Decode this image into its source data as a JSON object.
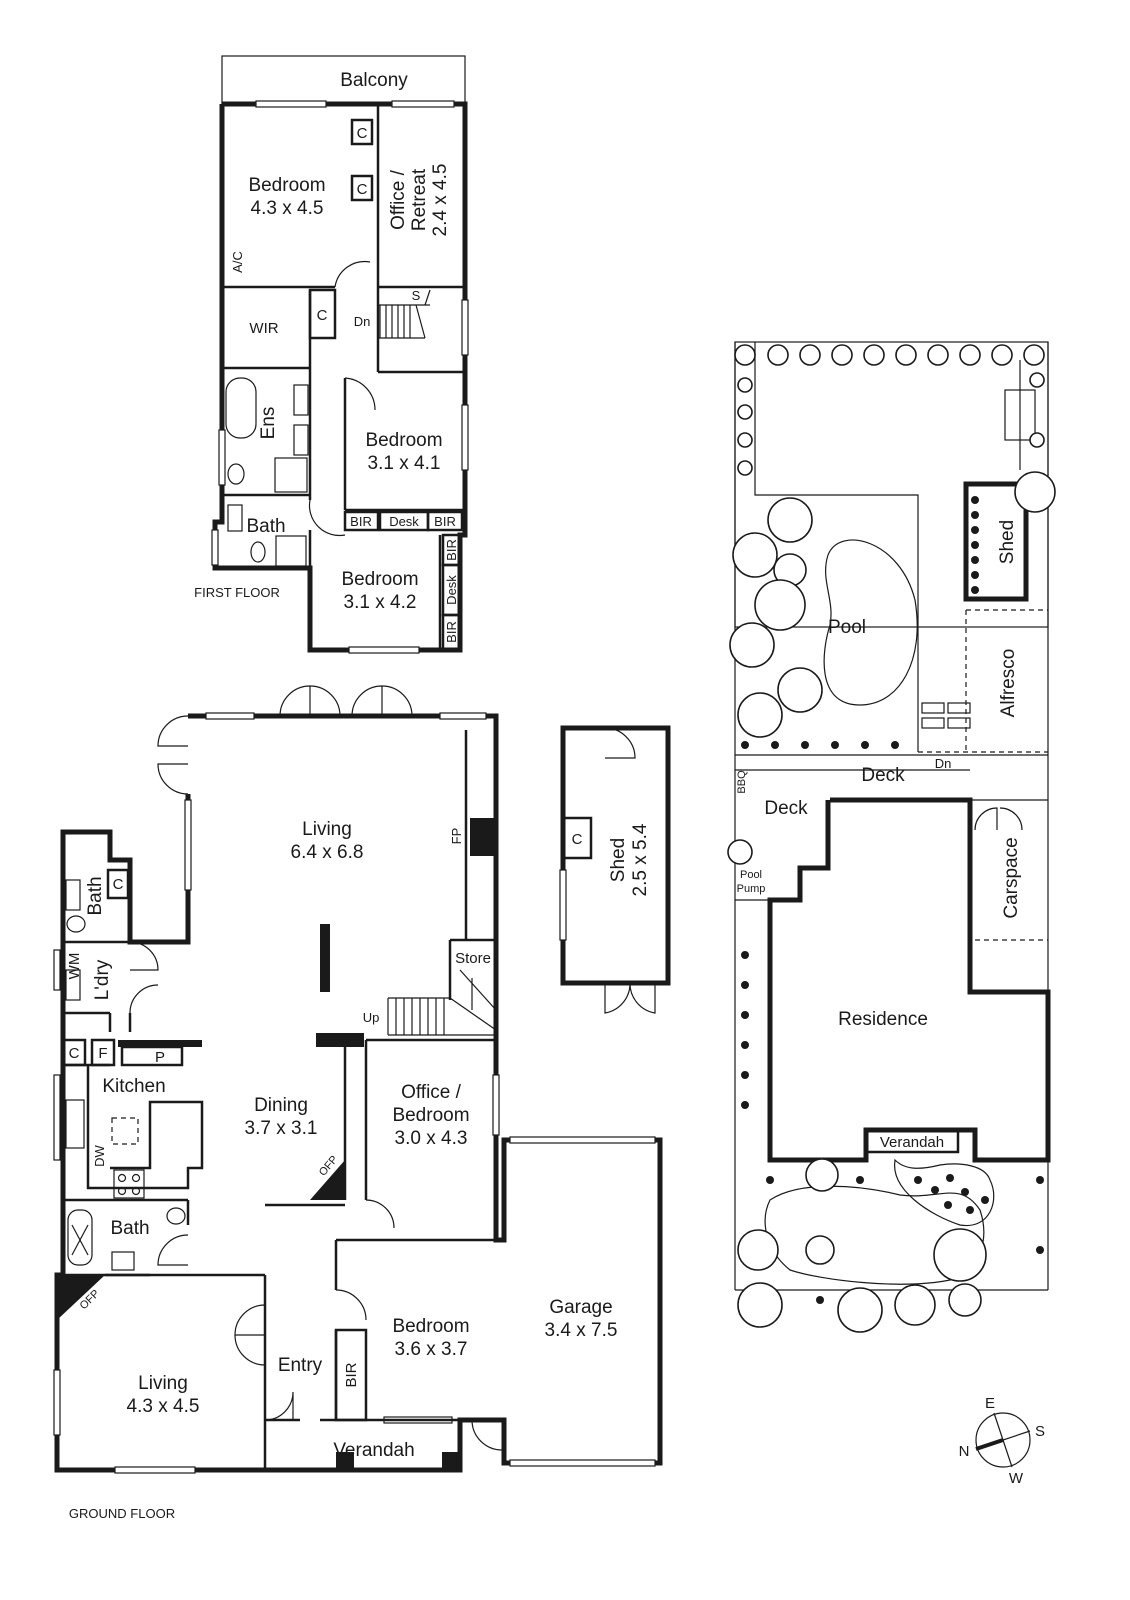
{
  "first_floor": {
    "caption": "FIRST FLOOR",
    "balcony": "Balcony",
    "bedroom1": {
      "name": "Bedroom",
      "size": "4.3 x 4.5"
    },
    "office_retreat": {
      "name1": "Office /",
      "name2": "Retreat",
      "size": "2.4 x 4.5"
    },
    "ac": "A/C",
    "wir": "WIR",
    "ens": "Ens",
    "dn": "Dn",
    "s": "S",
    "c": "C",
    "bedroom2": {
      "name": "Bedroom",
      "size": "3.1 x 4.1"
    },
    "bir": "BIR",
    "desk": "Desk",
    "bath": "Bath",
    "bedroom3": {
      "name": "Bedroom",
      "size": "3.1 x 4.2"
    }
  },
  "ground_floor": {
    "caption": "GROUND FLOOR",
    "living_main": {
      "name": "Living",
      "size": "6.4 x 6.8"
    },
    "fp": "FP",
    "store": "Store",
    "up": "Up",
    "bath_small": "Bath",
    "c": "C",
    "wm": "WM",
    "laundry": "L'dry",
    "f": "F",
    "p": "P",
    "kitchen": "Kitchen",
    "dw": "DW",
    "dining": {
      "name": "Dining",
      "size": "3.7 x 3.1"
    },
    "ofp": "OFP",
    "office_bedroom": {
      "name1": "Office /",
      "name2": "Bedroom",
      "size": "3.0 x 4.3"
    },
    "bath": "Bath",
    "bedroom": {
      "name": "Bedroom",
      "size": "3.6 x 3.7"
    },
    "bir": "BIR",
    "entry": "Entry",
    "living_front": {
      "name": "Living",
      "size": "4.3 x 4.5"
    },
    "verandah": "Verandah",
    "garage": {
      "name": "Garage",
      "size": "3.4 x 7.5"
    }
  },
  "shed": {
    "name": "Shed",
    "size": "2.5 x 5.4",
    "c": "C"
  },
  "site_plan": {
    "pool": "Pool",
    "shed": "Shed",
    "alfresco": "Alfresco",
    "dn": "Dn",
    "bbq": "BBQ",
    "deck_upper": "Deck",
    "deck_lower": "Deck",
    "pool_pump1": "Pool",
    "pool_pump2": "Pump",
    "carspace": "Carspace",
    "residence": "Residence",
    "verandah": "Verandah"
  },
  "compass": {
    "n": "N",
    "e": "E",
    "s": "S",
    "w": "W"
  }
}
